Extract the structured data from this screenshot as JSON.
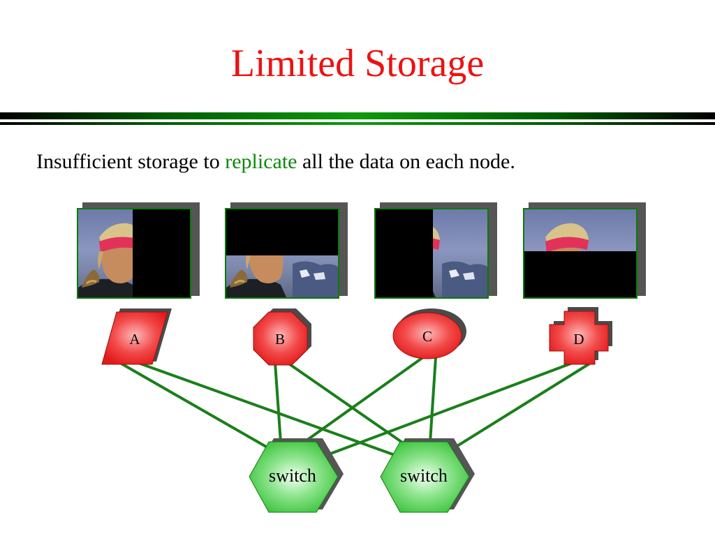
{
  "slide": {
    "title": "Limited Storage",
    "sentence": {
      "before": "Insufficient storage to ",
      "highlight": "replicate",
      "after": " all the data on each node."
    }
  },
  "nodes": [
    {
      "id": "A",
      "shape": "parallelogram",
      "image_masked_region": "right half"
    },
    {
      "id": "B",
      "shape": "octagon",
      "image_masked_region": "top half"
    },
    {
      "id": "C",
      "shape": "ellipse",
      "image_masked_region": "left half"
    },
    {
      "id": "D",
      "shape": "cross",
      "image_masked_region": "bottom half"
    }
  ],
  "switches": [
    {
      "label": "switch"
    },
    {
      "label": "switch"
    }
  ],
  "links": [
    [
      "A",
      "switch-1"
    ],
    [
      "A",
      "switch-2"
    ],
    [
      "B",
      "switch-1"
    ],
    [
      "B",
      "switch-2"
    ],
    [
      "C",
      "switch-1"
    ],
    [
      "C",
      "switch-2"
    ],
    [
      "D",
      "switch-1"
    ],
    [
      "D",
      "switch-2"
    ]
  ],
  "colors": {
    "title": "#ee1111",
    "highlight": "#0a8a0a",
    "link": "#1a7f1a",
    "node_fill": "#f03a3a",
    "switch_fill": "#3ec83e",
    "frame": "#0b7a0b"
  },
  "icons": [
    "node-image-photo",
    "switch-hexagon"
  ]
}
